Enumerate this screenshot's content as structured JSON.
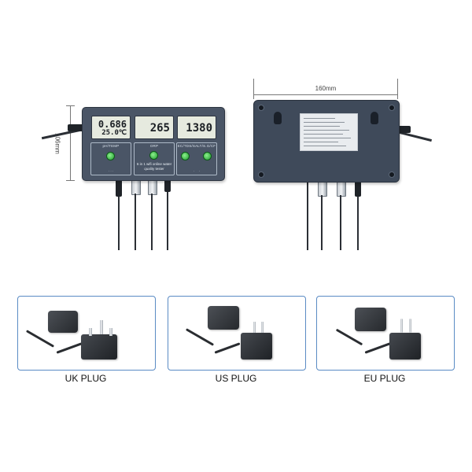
{
  "dimensions": {
    "width_label": "160mm",
    "height_label": "106mm"
  },
  "front_device": {
    "display_1": {
      "main": "0.686",
      "sub": "25.0℃"
    },
    "display_2": {
      "main": "265"
    },
    "display_3": {
      "main": "1380"
    },
    "panel_1": {
      "label": "pH/TEMP"
    },
    "panel_2": {
      "label": "ORP",
      "text": "6 in 1 wifi online water quality tester"
    },
    "panel_3": {
      "label": "EC/TDS/SALT/S.G/CF"
    }
  },
  "plugs": [
    {
      "label": "UK PLUG"
    },
    {
      "label": "US PLUG"
    },
    {
      "label": "EU PLUG"
    }
  ],
  "colors": {
    "device_body": "#4a5566",
    "lcd": "#e6eadf",
    "button_green": "#1e9a2e",
    "card_border": "#5a8bc4"
  }
}
